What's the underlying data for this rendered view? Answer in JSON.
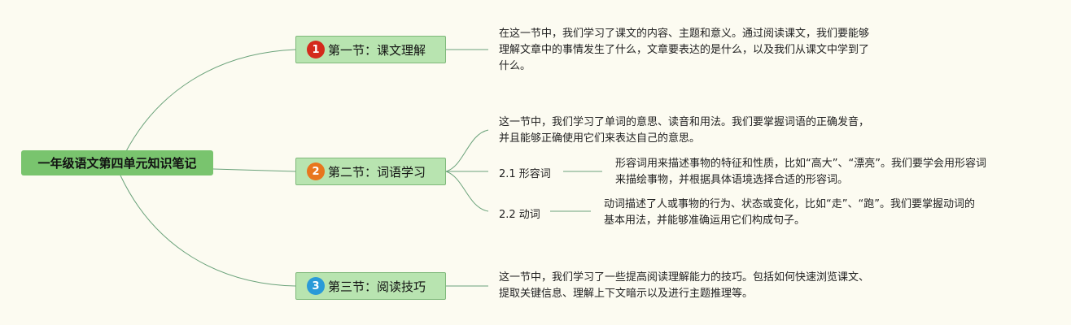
{
  "root": {
    "title": "一年级语文第四单元知识笔记"
  },
  "sections": [
    {
      "number": "1",
      "badge_color": "#d42a1c",
      "title": "第一节：课文理解",
      "lines": [
        "在这一节中，我们学习了课文的内容、主题和意义。通过阅读课文，我们要能够",
        "理解文章中的事情发生了什么，文章要表达的是什么，以及我们从课文中学到了",
        "什么。"
      ]
    },
    {
      "number": "2",
      "badge_color": "#e8761e",
      "title": "第二节：词语学习",
      "lines": [
        "这一节中，我们学习了单词的意思、读音和用法。我们要掌握词语的正确发音，",
        "并且能够正确使用它们来表达自己的意思。"
      ],
      "children": [
        {
          "label": "2.1 形容词",
          "lines": [
            "形容词用来描述事物的特征和性质，比如“高大”、“漂亮”。我们要学会用形容词",
            "来描绘事物，并根据具体语境选择合适的形容词。"
          ]
        },
        {
          "label": "2.2 动词",
          "lines": [
            "动词描述了人或事物的行为、状态或变化，比如“走”、“跑”。我们要掌握动词的",
            "基本用法，并能够准确运用它们构成句子。"
          ]
        }
      ]
    },
    {
      "number": "3",
      "badge_color": "#2a9ad8",
      "title": "第三节：阅读技巧",
      "lines": [
        "这一节中，我们学习了一些提高阅读理解能力的技巧。包括如何快速浏览课文、",
        "提取关键信息、理解上下文暗示以及进行主题推理等。"
      ]
    }
  ],
  "colors": {
    "line": "#6aa27a"
  }
}
